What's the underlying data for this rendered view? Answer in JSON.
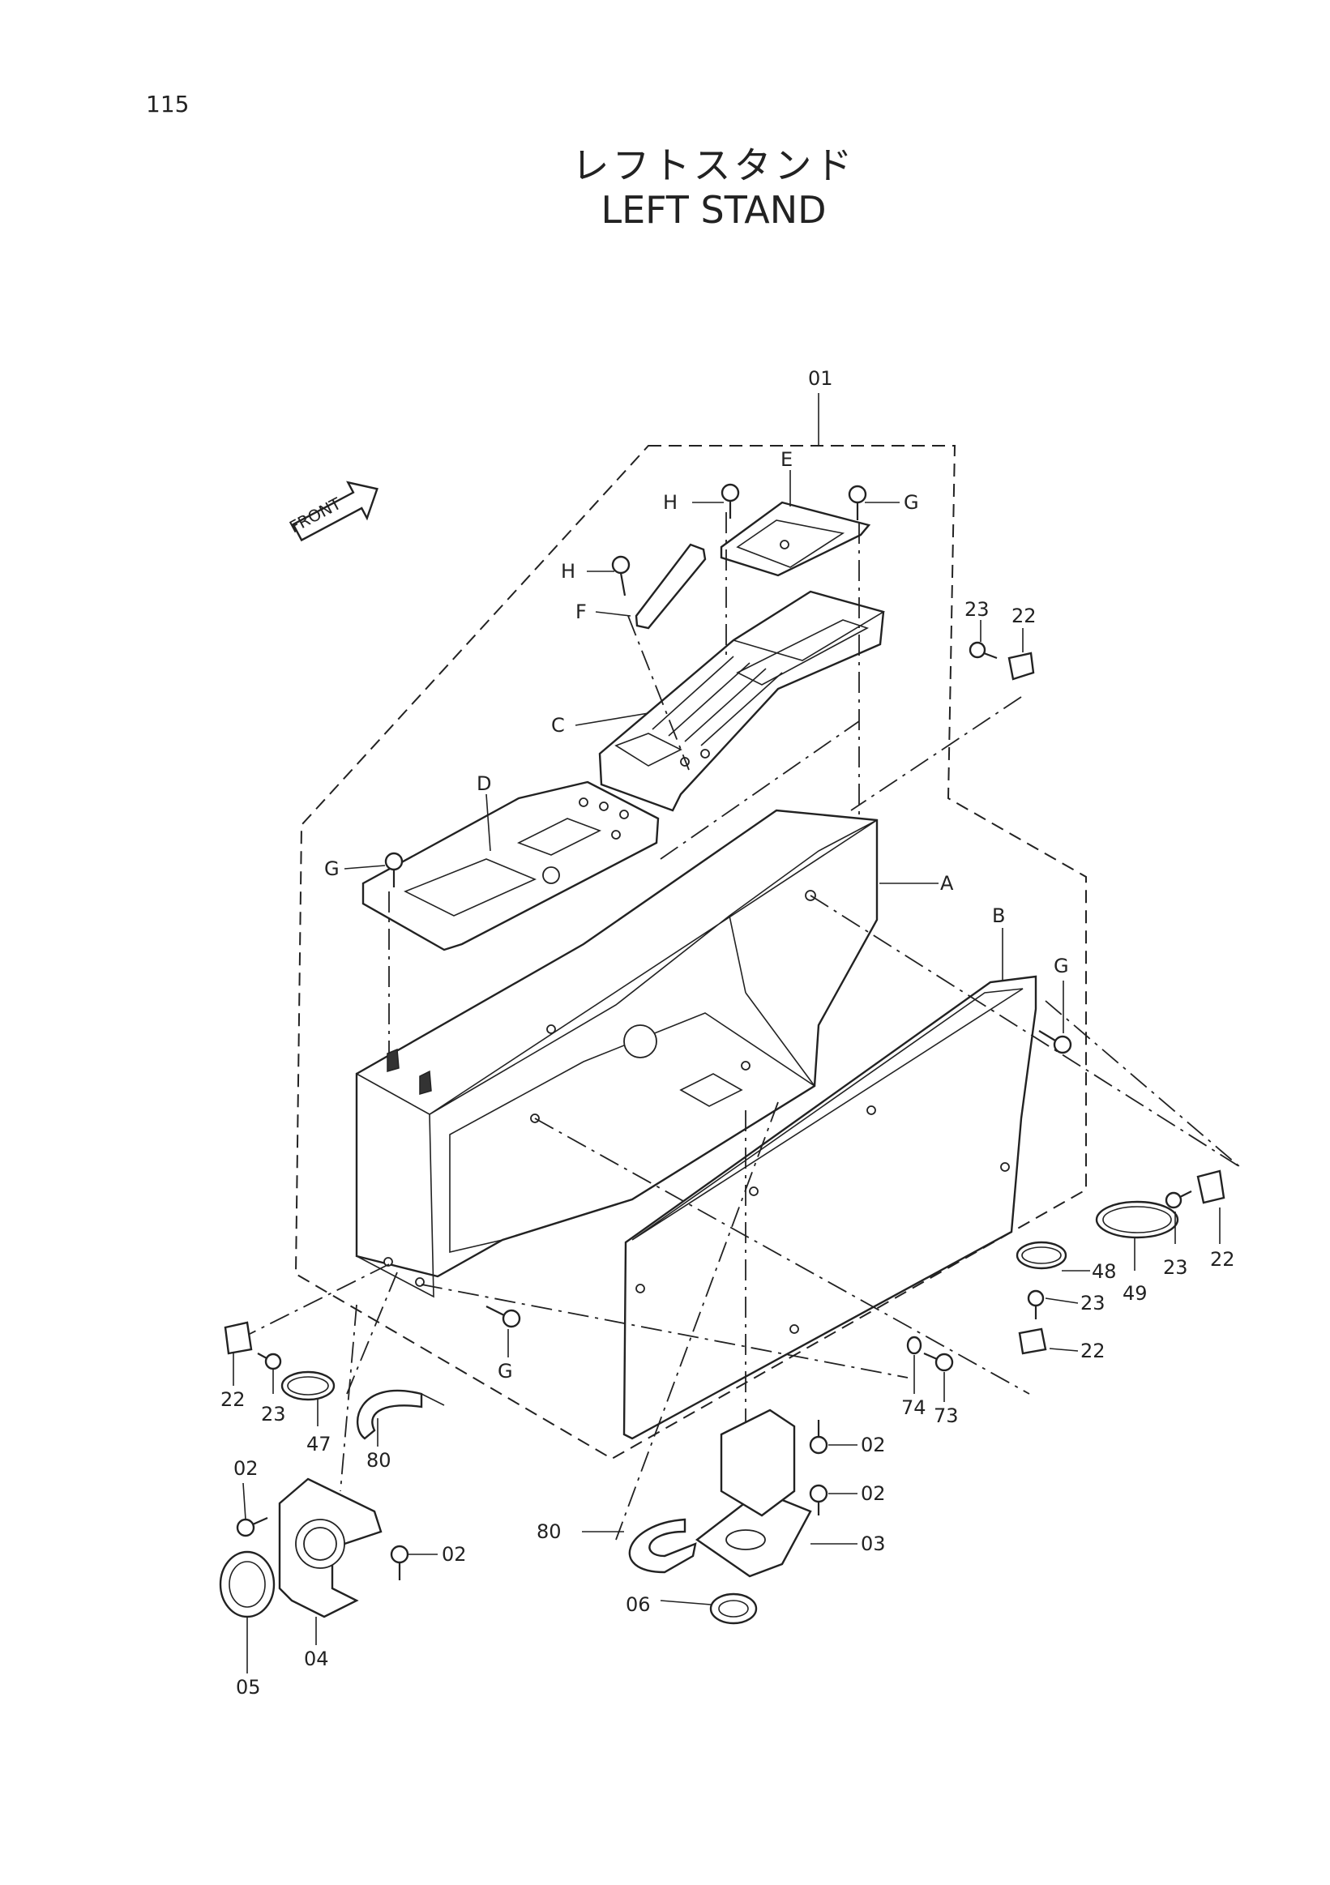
{
  "page_number": "115",
  "title_jp": "レフトスタンド",
  "title_en": "LEFT STAND",
  "front_label": "FRONT",
  "labels": {
    "p01": "01",
    "A": "A",
    "B": "B",
    "C": "C",
    "D": "D",
    "E": "E",
    "F": "F",
    "G1": "G",
    "G2": "G",
    "G3": "G",
    "G4": "G",
    "H1": "H",
    "H2": "H",
    "p22a": "22",
    "p23a": "23",
    "p22b": "22",
    "p23b": "23",
    "p22c": "22",
    "p23c": "23",
    "p22d": "22",
    "p23d": "23",
    "p48": "48",
    "p49": "49",
    "p47": "47",
    "p74": "74",
    "p73": "73",
    "p80a": "80",
    "p80b": "80",
    "p02a": "02",
    "p02b": "02",
    "p02c": "02",
    "p02d": "02",
    "p03": "03",
    "p04": "04",
    "p05": "05",
    "p06": "06"
  }
}
